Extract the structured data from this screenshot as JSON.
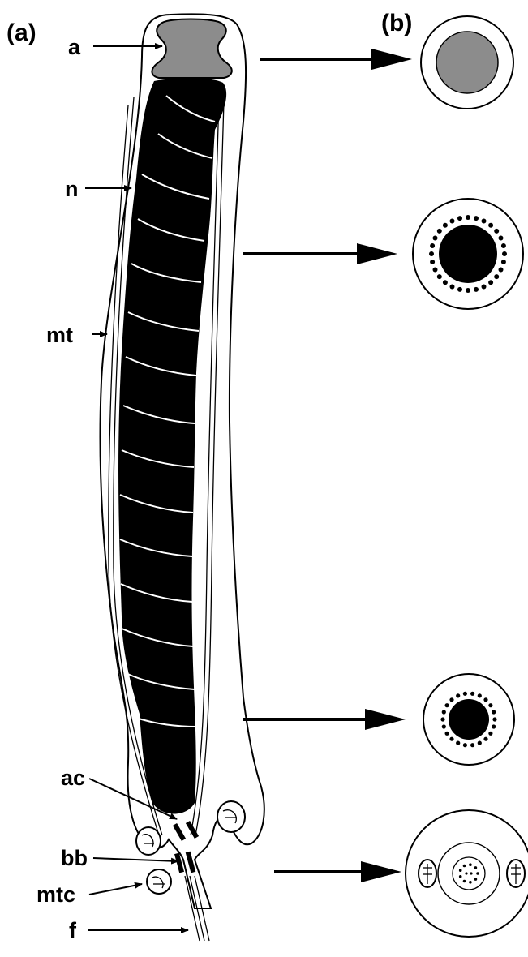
{
  "panels": [
    {
      "id": "a",
      "label": "(a)"
    },
    {
      "id": "b",
      "label": "(b)"
    }
  ],
  "structure_labels": [
    {
      "key": "acrosome",
      "text": "a"
    },
    {
      "key": "nucleus",
      "text": "n"
    },
    {
      "key": "microtubules",
      "text": "mt"
    },
    {
      "key": "acrosome_complex",
      "text": "ac"
    },
    {
      "key": "basal_body",
      "text": "bb"
    },
    {
      "key": "mitochondria",
      "text": "mtc"
    },
    {
      "key": "flagellum",
      "text": "f"
    }
  ],
  "colors": {
    "line": "#000000",
    "background": "#ffffff",
    "acrosome_fill": "#8c8c8c",
    "nucleus_fill": "#000000",
    "mitochondria_fill": "#ffffff"
  }
}
